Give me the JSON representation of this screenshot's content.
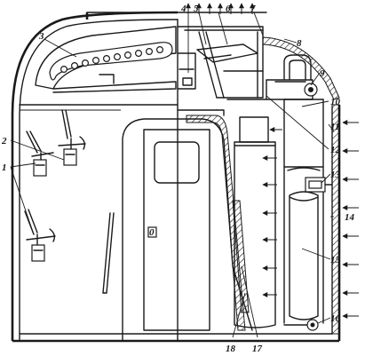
{
  "labels": {
    "l1": "1",
    "l2": "2",
    "l3": "3",
    "l4": "4",
    "l5": "5",
    "l6": "6",
    "l7": "7",
    "l8": "8",
    "l9": "9",
    "l10": "10",
    "l11": "11",
    "l12": "12",
    "l13": "13",
    "l14": "14",
    "l15": "15",
    "l16": "16",
    "l17": "17",
    "l18": "18"
  },
  "door_plate": "0",
  "colors": {
    "ink": "#1a1a1a",
    "paper": "#ffffff"
  }
}
